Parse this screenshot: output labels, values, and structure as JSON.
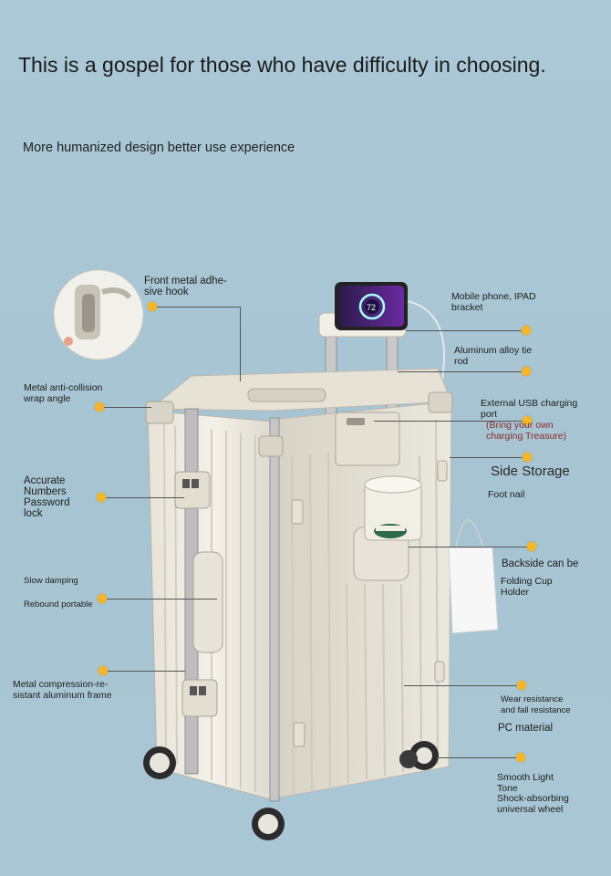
{
  "headline": "This is a gospel for those who have difficulty in choosing.",
  "subheadline": "More humanized design better use experience",
  "accent_color": "#f5b62a",
  "labels": {
    "front_hook": "Front metal adhe-\nsive hook",
    "phone_bracket": "Mobile phone, IPAD\nbracket",
    "alloy_rod": "Aluminum alloy tie\nrod",
    "anti_collision": "Metal anti-collision\nwrap angle",
    "usb_port": "External USB charging\nport",
    "usb_note": "(Bring your own\ncharging Treasure)",
    "side_storage": "Side Storage",
    "foot_nail": "Foot nail",
    "password_lock": "Accurate\nNumbers\nPassword\nlock",
    "slow_damping": "Slow damping",
    "rebound": "Rebound portable",
    "backside": "Backside can be",
    "cup_holder": "Folding Cup\nHolder",
    "compression_frame": "Metal compression-re-\nsistant aluminum frame",
    "wear_resistance": "Wear resistance\nand fall resistance",
    "pc_material": "PC material",
    "wheel": "Smooth Light\nTone\nShock-absorbing\nuniversal wheel"
  },
  "phone_screen_text": "72"
}
